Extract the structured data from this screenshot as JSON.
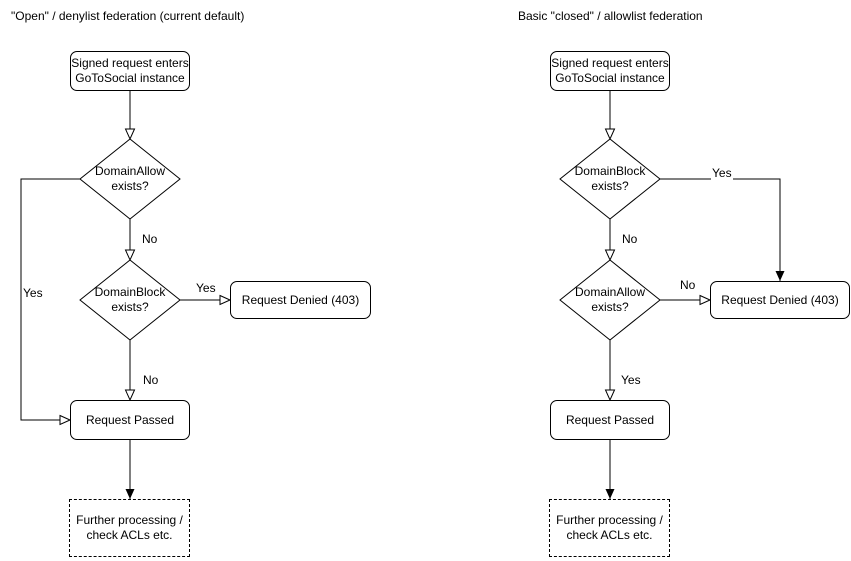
{
  "colors": {
    "stroke": "#000000",
    "text": "#000000",
    "background": "#ffffff"
  },
  "left_chart": {
    "title": "\"Open\" / denylist federation (current default)",
    "nodes": {
      "start": "Signed request enters\nGoToSocial instance",
      "decision1": "DomainAllow\nexists?",
      "decision2": "DomainBlock\nexists?",
      "denied": "Request Denied (403)",
      "passed": "Request Passed",
      "further": "Further processing /\ncheck ACLs etc."
    },
    "edge_labels": {
      "decision1_no": "No",
      "decision1_yes": "Yes",
      "decision2_yes": "Yes",
      "decision2_no": "No"
    }
  },
  "right_chart": {
    "title": "Basic \"closed\" / allowlist federation",
    "nodes": {
      "start": "Signed request enters\nGoToSocial instance",
      "decision1": "DomainBlock\nexists?",
      "decision2": "DomainAllow\nexists?",
      "denied": "Request Denied (403)",
      "passed": "Request Passed",
      "further": "Further processing /\ncheck ACLs etc."
    },
    "edge_labels": {
      "decision1_yes": "Yes",
      "decision1_no": "No",
      "decision2_no": "No",
      "decision2_yes": "Yes"
    }
  }
}
